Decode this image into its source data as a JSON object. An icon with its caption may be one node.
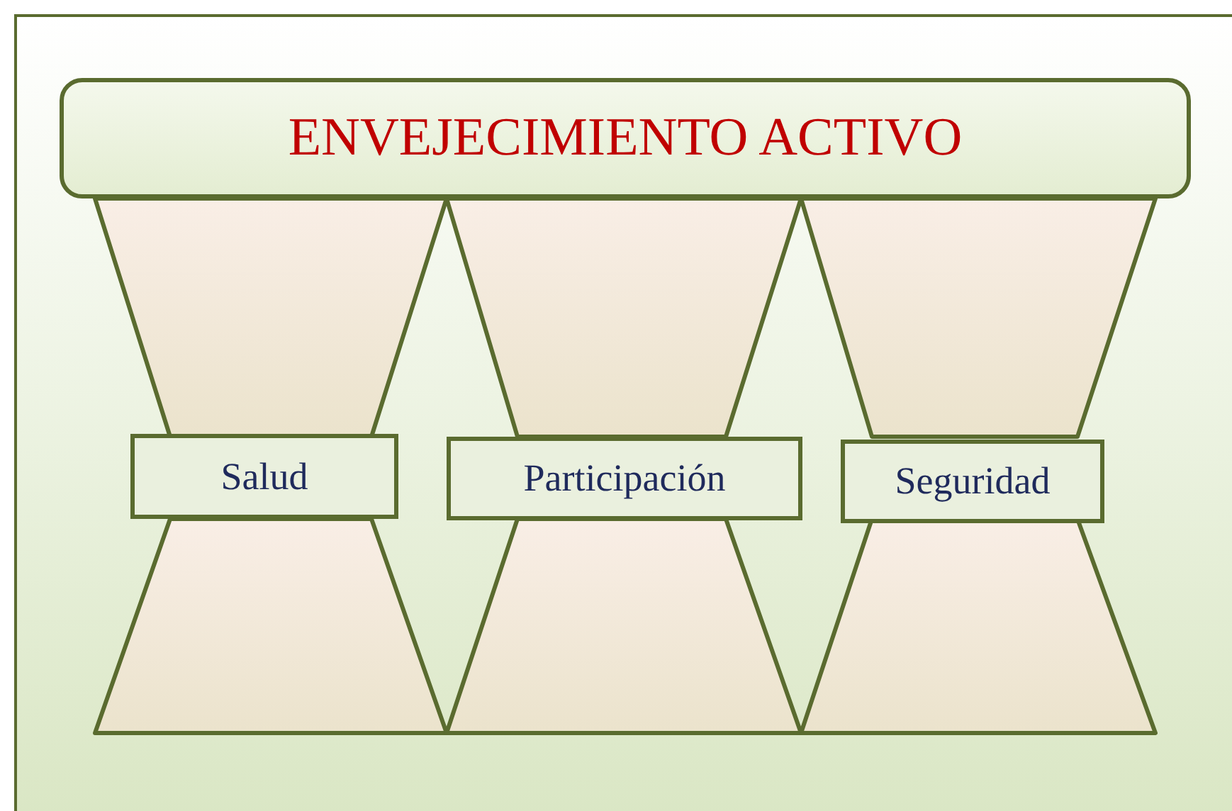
{
  "diagram": {
    "nodes": [
      {
        "text": [
          "ENVEJECIMIENTO ACTIVO"
        ]
      },
      {
        "text": [
          "Salud"
        ]
      },
      {
        "text": [
          "Participación"
        ]
      },
      {
        "text": [
          "Seguridad"
        ]
      }
    ]
  }
}
